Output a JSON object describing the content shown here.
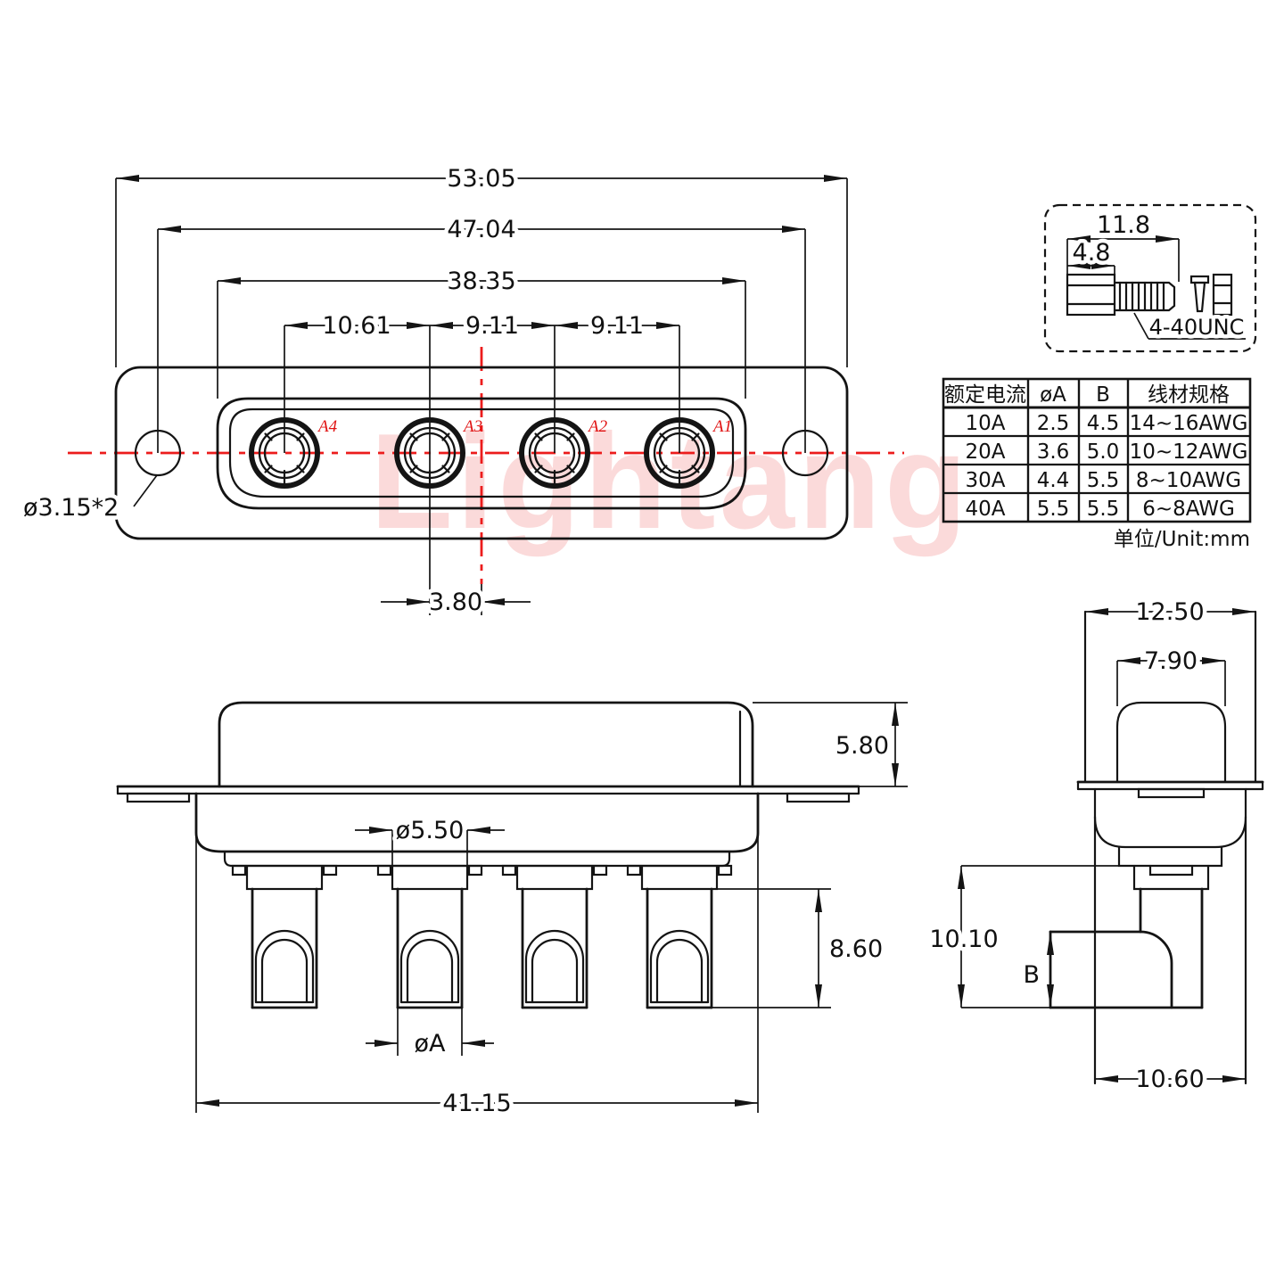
{
  "drawing": {
    "watermark": "Lightang",
    "unit_note": "单位/Unit:mm",
    "front_view": {
      "contacts": [
        "A4",
        "A3",
        "A2",
        "A1"
      ],
      "dims": {
        "overall_width": "53.05",
        "hole_span": "47.04",
        "shell_width": "38.35",
        "pitch_a4_a3": "10.61",
        "pitch_a3_a2": "9.11",
        "pitch_a2_a1": "9.11",
        "center_offset": "3.80",
        "mount_hole": "ø3.15*2"
      }
    },
    "screw_detail": {
      "overall_length": "11.8",
      "hex_length": "4.8",
      "thread_label": "4-40UNC"
    },
    "table": {
      "headers": [
        "额定电流",
        "øA",
        "B",
        "线材规格"
      ],
      "rows": [
        {
          "current": "10A",
          "a": "2.5",
          "b": "4.5",
          "wire": "14~16AWG"
        },
        {
          "current": "20A",
          "a": "3.6",
          "b": "5.0",
          "wire": "10~12AWG"
        },
        {
          "current": "30A",
          "a": "4.4",
          "b": "5.5",
          "wire": "8~10AWG"
        },
        {
          "current": "40A",
          "a": "5.5",
          "b": "5.5",
          "wire": "6~8AWG"
        }
      ]
    },
    "bottom_view": {
      "dims": {
        "shell_height": "5.80",
        "pedestal_dia": "ø5.50",
        "contact_length": "8.60",
        "wire_hole": "øA",
        "body_width": "41.15"
      }
    },
    "side_view": {
      "dims": {
        "top_width": "12.50",
        "insert_width": "7.90",
        "height": "10.10",
        "arm_height": "B",
        "body_width": "10.60"
      }
    }
  }
}
